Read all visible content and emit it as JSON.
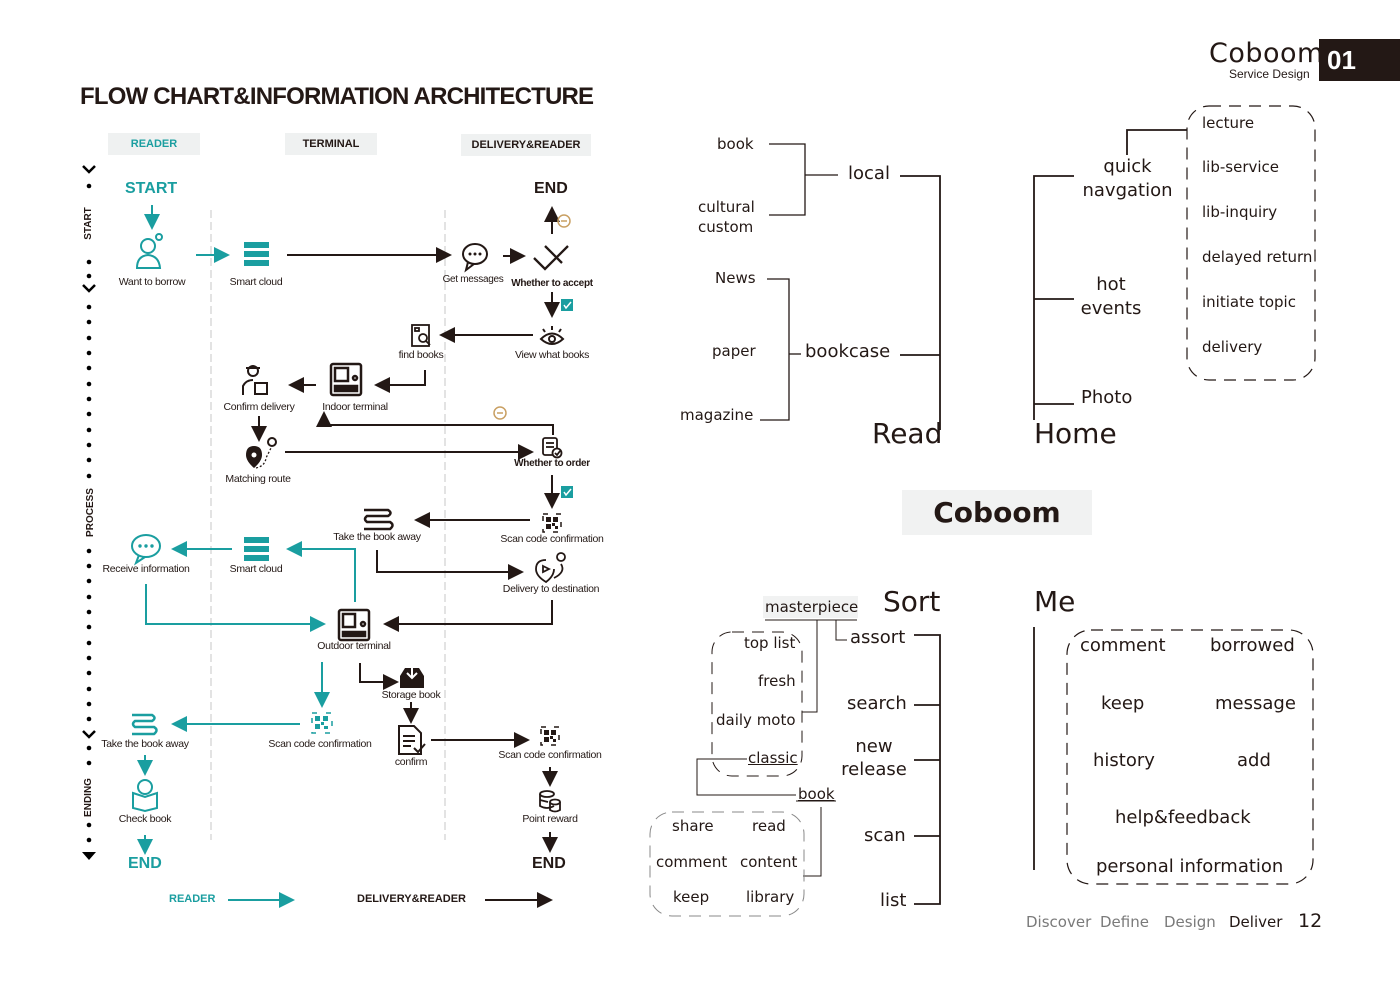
{
  "header": {
    "brand": "Coboom",
    "subtitle": "Service Design",
    "chapter": "01"
  },
  "title": "FLOW CHART&INFORMATION ARCHITECTURE",
  "lanes": [
    "READER",
    "TERMINAL",
    "DELIVERY&READER"
  ],
  "stages": [
    "START",
    "PROCESS",
    "ENDING"
  ],
  "flow": {
    "start": "START",
    "end": "END",
    "nodes": {
      "want_to_borrow": "Want to borrow",
      "smart_cloud_1": "Smart cloud",
      "get_messages": "Get messages",
      "whether_to_accept": "Whether to accept",
      "view_what_books": "View what books",
      "find_books": "find books",
      "indoor_terminal": "Indoor terminal",
      "confirm_delivery": "Confirm delivery",
      "matching_route": "Matching route",
      "whether_to_order": "Whether to order",
      "scan_code_1": "Scan code confirmation",
      "take_book_away_1": "Take the book away",
      "delivery_to_destination": "Delivery to destination",
      "smart_cloud_2": "Smart cloud",
      "receive_information": "Receive information",
      "outdoor_terminal": "Outdoor terminal",
      "storage_book": "Storage book",
      "confirm": "confirm",
      "scan_code_2": "Scan code confirmation",
      "scan_code_3": "Scan code confirmation",
      "take_book_away_2": "Take the book away",
      "check_book": "Check book",
      "point_reward": "Point reward"
    }
  },
  "legend": [
    {
      "label": "READER",
      "color": "#1a9ea0"
    },
    {
      "label": "DELIVERY&READER",
      "color": "#231815"
    }
  ],
  "colors": {
    "teal": "#1a9ea0",
    "dark": "#231815",
    "orange": "#c9a063",
    "badge_bg": "#f1f2f2"
  },
  "ia": {
    "center": "Coboom",
    "read": {
      "title": "Read",
      "groups": [
        {
          "label": "local",
          "children": [
            "book",
            "cultural custom"
          ]
        },
        {
          "label": "bookcase",
          "children": [
            "News",
            "paper",
            "magazine"
          ]
        }
      ]
    },
    "home": {
      "title": "Home",
      "items": [
        "quick navgation",
        "hot events",
        "Photo"
      ],
      "quick_nav_children": [
        "lecture",
        "lib-service",
        "lib-inquiry",
        "delayed return",
        "initiate topic",
        "delivery"
      ]
    },
    "sort": {
      "title": "Sort",
      "items": [
        "assort",
        "search",
        "new release",
        "scan",
        "list"
      ],
      "masterpiece": "masterpiece",
      "masterpiece_children": [
        "top list",
        "fresh",
        "daily moto",
        "classic"
      ],
      "book": "book",
      "book_children": [
        "share",
        "read",
        "comment",
        "content",
        "keep",
        "library"
      ]
    },
    "me": {
      "title": "Me",
      "items": [
        "comment",
        "borrowed",
        "keep",
        "message",
        "history",
        "add",
        "help&feedback",
        "personal information"
      ]
    }
  },
  "footer": {
    "nav": [
      "Discover",
      "Define",
      "Design",
      "Deliver"
    ],
    "active": "Deliver",
    "page": "12"
  }
}
